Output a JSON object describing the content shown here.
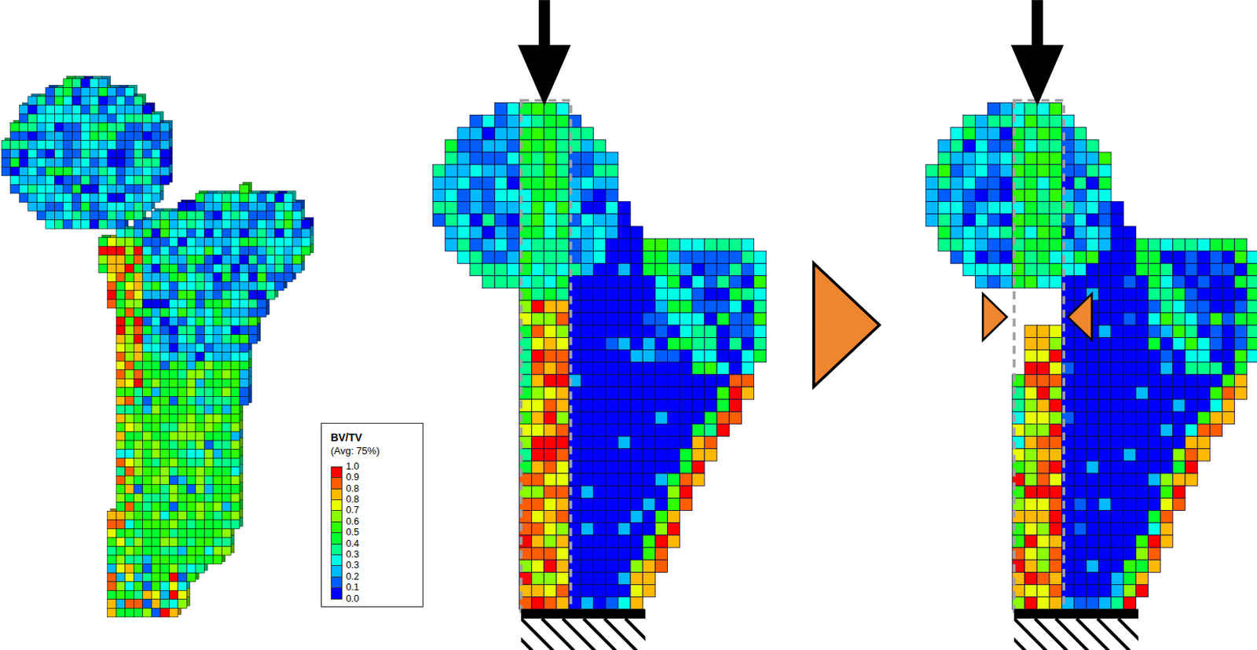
{
  "diagram": {
    "labels": [
      "BV/TV",
      "(Avg: 75%)",
      "0.0"
    ],
    "legend": [
      {
        "text": "1.0",
        "color": "#ff0000"
      },
      {
        "text": "0.9",
        "color": "#ff5d00"
      },
      {
        "text": "0.8",
        "color": "#ffb900"
      },
      {
        "text": "0.8",
        "color": "#e7ff00"
      },
      {
        "text": "0.7",
        "color": "#8bff00"
      },
      {
        "text": "0.6",
        "color": "#2eff00"
      },
      {
        "text": "0.5",
        "color": "#00ff2e"
      },
      {
        "text": "0.4",
        "color": "#00ff8b"
      },
      {
        "text": "0.3",
        "color": "#00ffe7"
      },
      {
        "text": "0.3",
        "color": "#00b9ff"
      },
      {
        "text": "0.2",
        "color": "#005dff"
      },
      {
        "text": "0.1",
        "color": "#0000ff"
      }
    ]
  }
}
